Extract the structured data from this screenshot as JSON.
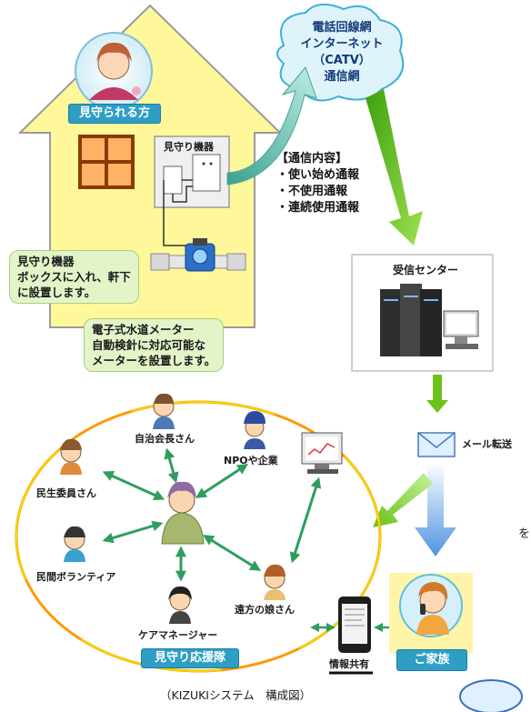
{
  "house": {
    "resident_label": "見守られる方",
    "device_label": "見守り機器"
  },
  "network": {
    "lines": [
      "電話回線網",
      "インターネット",
      "（CATV）",
      "通信網"
    ]
  },
  "communication": {
    "title": "【通信内容】",
    "items": [
      "・使い始め通報",
      "・不使用通報",
      "・連続使用通報"
    ]
  },
  "device_callout": {
    "lines": [
      "見守り機器",
      "ボックスに入れ、軒下",
      "に設置します。"
    ]
  },
  "meter_callout": {
    "lines": [
      "電子式水道メーター",
      "自動検針に対応可能な",
      "メーターを設置します。"
    ]
  },
  "center": {
    "title": "受信センター"
  },
  "mail": {
    "label": "メール転送"
  },
  "support": {
    "people": {
      "chairman": "自治会長さん",
      "npo": "NPOや企業",
      "welfare": "民生委員さん",
      "volunteer": "民間ボランティア",
      "care": "ケアマネージャー",
      "daughter": "遠方の娘さん"
    },
    "banner": "見守り応援隊"
  },
  "sharing": {
    "label": "情報共有"
  },
  "family": {
    "banner": "ご家族"
  },
  "caption": "（KIZUKIシステム　構成図）",
  "edge_char": "を",
  "colors": {
    "house_fill": "#fff89a",
    "house_stroke": "#9a9a9a",
    "banner_blue": "#2f9ec4",
    "callout_green": "#e3f5c8",
    "arrow_green": "#6cc21c",
    "arrow_blue": "#7fb2e6",
    "arrow_teal": "#5fbfb0",
    "ellipse_orange": "#ff9900",
    "ellipse_yellow": "#f0d800",
    "family_bg": "#fff5a8"
  },
  "icons": [
    "house-icon",
    "window-icon",
    "monitor-device-icon",
    "water-meter-icon",
    "server-rack-icon",
    "envelope-icon",
    "person-icon",
    "computer-icon",
    "smartphone-icon",
    "cloud-icon"
  ]
}
